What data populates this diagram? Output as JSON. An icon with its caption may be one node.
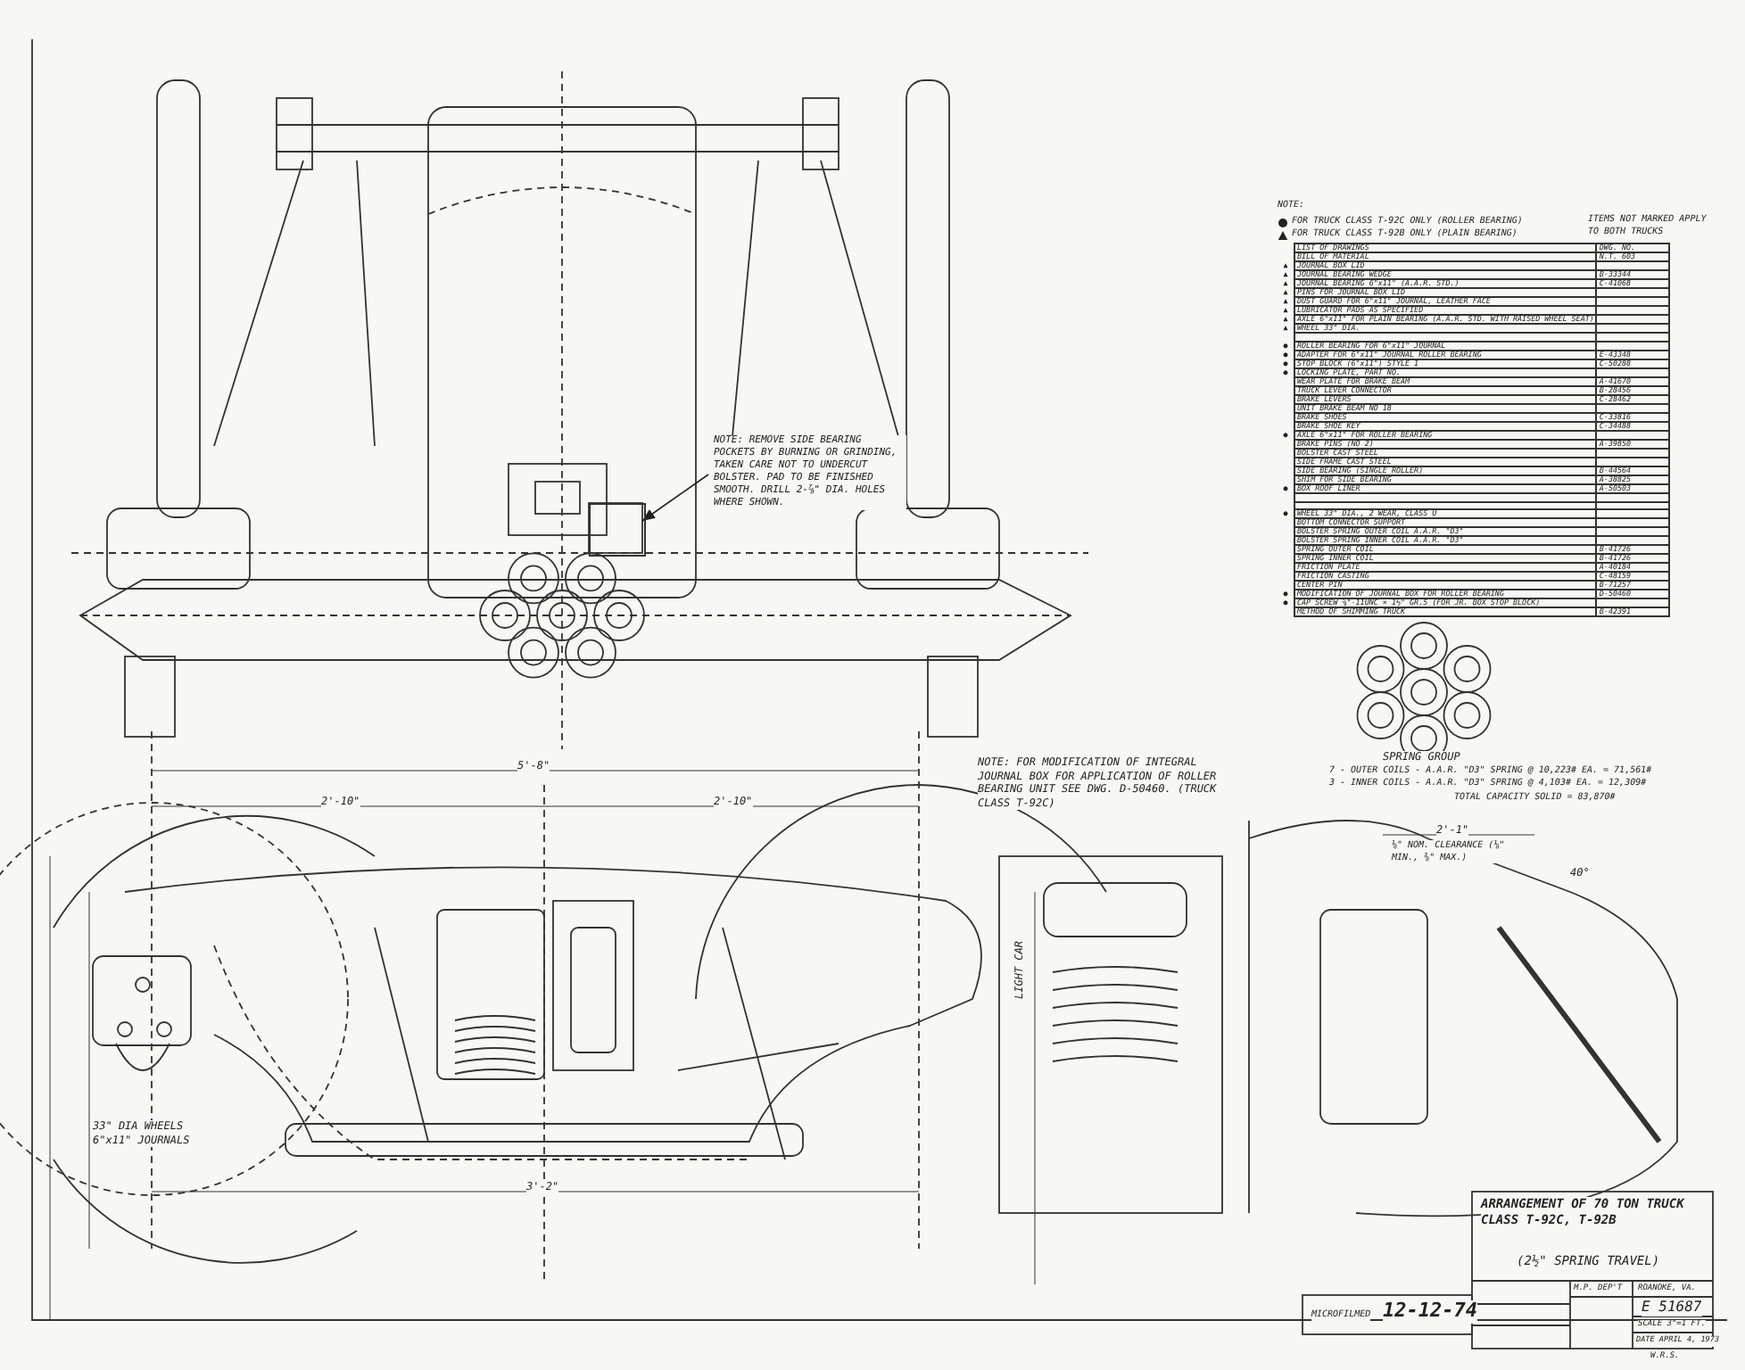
{
  "diagram": {
    "nodes": [
      {
        "text": [
          "NOTE: REMOVE SIDE BEARING POCKETS BY BURNING OR GRINDING, TAKEN CARE NOT TO UNDERCUT BOLSTER. PAD TO BE FINISHED SMOOTH. DRILL 2-⅞\" DIA. HOLES WHERE SHOWN."
        ]
      },
      {
        "text": [],
        "shape": "box"
      }
    ],
    "edges": [
      {
        "from": 0,
        "to": 1,
        "arrow": "to"
      }
    ],
    "legend": [
      {
        "text": "FOR TRUCK CLASS T-92C ONLY (ROLLER BEARING)"
      },
      {
        "text": "FOR TRUCK CLASS T-92B ONLY (PLAIN BEARING)"
      }
    ],
    "labels": [
      "NOTE:",
      "ITEMS NOT MARKED APPLY TO BOTH TRUCKS",
      "LIST OF DRAWINGS",
      "DWG. NO.",
      "BILL OF MATERIAL",
      "N.T. 603",
      "▲",
      "JOURNAL BOX LID",
      "▲",
      "JOURNAL BEARING WEDGE",
      "B-33344",
      "▲",
      "JOURNAL BEARING 6\"x11\" (A.A.R. STD.)",
      "C-41068",
      "▲",
      "PINS FOR JOURNAL BOX LID",
      "▲",
      "DUST GUARD FOR 6\"x11\" JOURNAL, LEATHER FACE",
      "▲",
      "LUBRICATOR PADS AS SPECIFIED",
      "▲",
      "AXLE 6\"x11\" FOR PLAIN BEARING (A.A.R. STD. WITH RAISED WHEEL SEAT)",
      "▲",
      "WHEEL 33\" DIA.",
      "●",
      "ROLLER BEARING FOR 6\"x11\" JOURNAL",
      "●",
      "ADAPTER FOR 6\"x11\" JOURNAL ROLLER BEARING",
      "E-43348",
      "●",
      "STOP BLOCK (6\"x11\") STYLE 1",
      "C-50288",
      "●",
      "LOCKING PLATE, PART NO.",
      "WEAR PLATE FOR BRAKE BEAM",
      "A-41670",
      "TRUCK LEVER CONNECTOR",
      "B-28456",
      "BRAKE LEVERS",
      "C-28462",
      "UNIT BRAKE BEAM NO 18",
      "BRAKE SHOES",
      "C-33816",
      "BRAKE SHOE KEY",
      "C-34488",
      "●",
      "AXLE 6\"x11\" FOR ROLLER BEARING",
      "BRAKE PINS (NO 2)",
      "A-39850",
      "BOLSTER CAST STEEL",
      "SIDE FRAME CAST STEEL",
      "SIDE BEARING (SINGLE ROLLER)",
      "B-44564",
      "SHIM FOR SIDE BEARING",
      "A-38825",
      "●",
      "BOX ROOF LINER",
      "A-50503",
      "●",
      "WHEEL 33\" DIA., 2 WEAR, CLASS U",
      "BOTTOM CONNECTOR SUPPORT",
      "BOLSTER SPRING OUTER COIL A.A.R. \"D3\"",
      "BOLSTER SPRING INNER COIL A.A.R. \"D3\"",
      "SPRING OUTER COIL",
      "B-41726",
      "SPRING INNER COIL",
      "B-41726",
      "FRICTION PLATE",
      "A-40184",
      "FRICTION CASTING",
      "C-48159",
      "CENTER PIN",
      "B-71257",
      "●",
      "MODIFICATION OF JOURNAL BOX FOR ROLLER BEARING",
      "D-50460",
      "●",
      "CAP SCREW ⅝\"-11UNC × 1½\" GR.5 (FOR JR. BOX STOP BLOCK)",
      "METHOD OF SHIMMING TRUCK",
      "B-42391",
      "SPRING GROUP",
      "7 - OUTER COILS - A.A.R. \"D3\" SPRING @ 10,223# EA. = 71,561#",
      "3 - INNER COILS - A.A.R. \"D3\" SPRING @ 4,103# EA. = 12,309#",
      "TOTAL CAPACITY SOLID = 83,870#",
      "NOTE: FOR MODIFICATION OF INTEGRAL JOURNAL BOX FOR APPLICATION OF ROLLER BEARING UNIT SEE DWG. D-50460. (TRUCK CLASS T-92C)",
      "33\" DIA WHEELS 6\"x11\" JOURNALS",
      "5'-8\"",
      "2'-10\"",
      "2'-10\"",
      "3'-2\"",
      "2'-1\"",
      "⅛\" NOM. CLEARANCE (⅛\" MIN., ⅜\" MAX.)",
      "40°",
      "LIGHT CAR",
      "ARRANGEMENT OF 70 TON TRUCK CLASS T-92C, T-92B",
      "(2½\" SPRING TRAVEL)",
      "M.P. DEP'T",
      "ROANOKE, VA.",
      "E 51687",
      "SCALE 3\"=1 FT.",
      "DATE APRIL 4, 1973",
      "W.R.S.",
      "MICROFILMED",
      "12-12-74"
    ]
  }
}
